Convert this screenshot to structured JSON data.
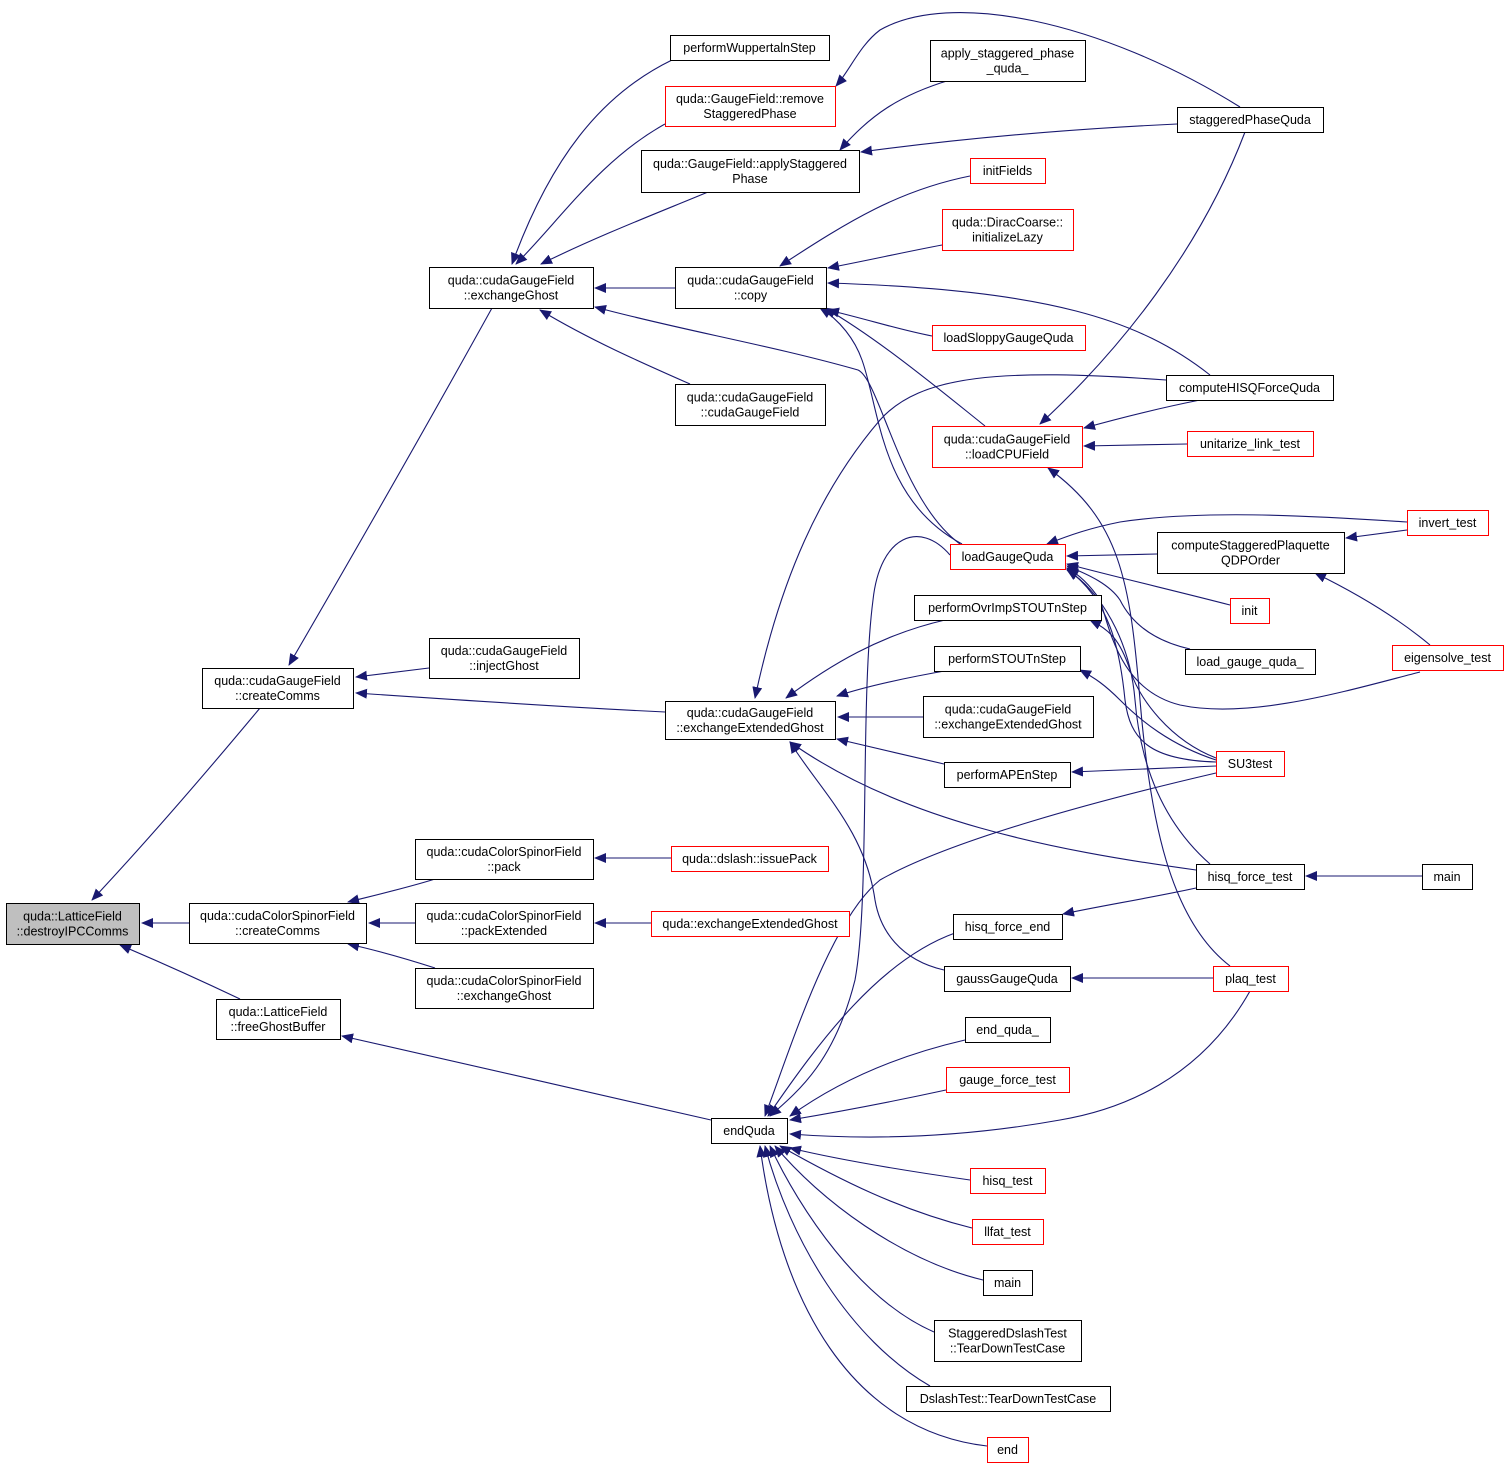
{
  "colors": {
    "edge": "#191970",
    "box_border": "#000000",
    "box_border_truncated": "#ff0000",
    "root_fill": "#bfbfbf",
    "box_fill": "#ffffff"
  },
  "nodes": [
    {
      "id": "root",
      "lines": [
        "quda::LatticeField",
        "::destroyIPCComms"
      ],
      "root": true
    },
    {
      "id": "cgf_createComms",
      "lines": [
        "quda::cudaGaugeField",
        "::createComms"
      ]
    },
    {
      "id": "ccsf_createComms",
      "lines": [
        "quda::cudaColorSpinorField",
        "::createComms"
      ]
    },
    {
      "id": "lf_freeGhostBuffer",
      "lines": [
        "quda::LatticeField",
        "::freeGhostBuffer"
      ]
    },
    {
      "id": "cgf_exchangeGhost",
      "lines": [
        "quda::cudaGaugeField",
        "::exchangeGhost"
      ]
    },
    {
      "id": "cgf_injectGhost",
      "lines": [
        "quda::cudaGaugeField",
        "::injectGhost"
      ]
    },
    {
      "id": "cgf_exchangeExtendedGhost",
      "lines": [
        "quda::cudaGaugeField",
        "::exchangeExtendedGhost"
      ]
    },
    {
      "id": "ccsf_pack",
      "lines": [
        "quda::cudaColorSpinorField",
        "::pack"
      ]
    },
    {
      "id": "ccsf_packExtended",
      "lines": [
        "quda::cudaColorSpinorField",
        "::packExtended"
      ]
    },
    {
      "id": "ccsf_exchangeGhost",
      "lines": [
        "quda::cudaColorSpinorField",
        "::exchangeGhost"
      ]
    },
    {
      "id": "endQuda",
      "lines": [
        "endQuda"
      ]
    },
    {
      "id": "performWuppertalnStep",
      "lines": [
        "performWuppertalnStep"
      ]
    },
    {
      "id": "gf_removeStaggeredPhase",
      "lines": [
        "quda::GaugeField::remove",
        "StaggeredPhase"
      ],
      "truncated": true
    },
    {
      "id": "gf_applyStaggeredPhase",
      "lines": [
        "quda::GaugeField::applyStaggered",
        "Phase"
      ]
    },
    {
      "id": "cgf_copy",
      "lines": [
        "quda::cudaGaugeField",
        "::copy"
      ]
    },
    {
      "id": "cgf_ctor",
      "lines": [
        "quda::cudaGaugeField",
        "::cudaGaugeField"
      ]
    },
    {
      "id": "dslash_issuePack",
      "lines": [
        "quda::dslash::issuePack"
      ],
      "truncated": true
    },
    {
      "id": "exchangeExtendedGhost_free",
      "lines": [
        "quda::exchangeExtendedGhost"
      ],
      "truncated": true
    },
    {
      "id": "apply_staggered_phase_quda_",
      "lines": [
        "apply_staggered_phase",
        "_quda_"
      ]
    },
    {
      "id": "initFields",
      "lines": [
        "initFields"
      ],
      "truncated": true
    },
    {
      "id": "dc_initializeLazy",
      "lines": [
        "quda::DiracCoarse::",
        "initializeLazy"
      ],
      "truncated": true
    },
    {
      "id": "loadSloppyGaugeQuda",
      "lines": [
        "loadSloppyGaugeQuda"
      ],
      "truncated": true
    },
    {
      "id": "cgf_loadCPUField",
      "lines": [
        "quda::cudaGaugeField",
        "::loadCPUField"
      ],
      "truncated": true
    },
    {
      "id": "loadGaugeQuda",
      "lines": [
        "loadGaugeQuda"
      ],
      "truncated": true
    },
    {
      "id": "performOvrImpSTOUTnStep",
      "lines": [
        "performOvrImpSTOUTnStep"
      ]
    },
    {
      "id": "performSTOUTnStep",
      "lines": [
        "performSTOUTnStep"
      ]
    },
    {
      "id": "cgf_exchangeExtendedGhost2",
      "lines": [
        "quda::cudaGaugeField",
        "::exchangeExtendedGhost"
      ]
    },
    {
      "id": "performAPEnStep",
      "lines": [
        "performAPEnStep"
      ]
    },
    {
      "id": "hisq_force_end",
      "lines": [
        "hisq_force_end"
      ]
    },
    {
      "id": "gaussGaugeQuda",
      "lines": [
        "gaussGaugeQuda"
      ]
    },
    {
      "id": "end_quda_",
      "lines": [
        "end_quda_"
      ]
    },
    {
      "id": "gauge_force_test",
      "lines": [
        "gauge_force_test"
      ],
      "truncated": true
    },
    {
      "id": "hisq_test",
      "lines": [
        "hisq_test"
      ],
      "truncated": true
    },
    {
      "id": "llfat_test",
      "lines": [
        "llfat_test"
      ],
      "truncated": true
    },
    {
      "id": "main_mid",
      "lines": [
        "main"
      ]
    },
    {
      "id": "sdt_TearDownTestCase",
      "lines": [
        "StaggeredDslashTest",
        "::TearDownTestCase"
      ]
    },
    {
      "id": "dt_TearDownTestCase",
      "lines": [
        "DslashTest::TearDownTestCase"
      ]
    },
    {
      "id": "end_fn",
      "lines": [
        "end"
      ],
      "truncated": true
    },
    {
      "id": "staggeredPhaseQuda",
      "lines": [
        "staggeredPhaseQuda"
      ]
    },
    {
      "id": "computeHISQForceQuda",
      "lines": [
        "computeHISQForceQuda"
      ]
    },
    {
      "id": "unitarize_link_test",
      "lines": [
        "unitarize_link_test"
      ],
      "truncated": true
    },
    {
      "id": "computeStaggeredPlaquetteQDPOrder",
      "lines": [
        "computeStaggeredPlaquette",
        "QDPOrder"
      ]
    },
    {
      "id": "init",
      "lines": [
        "init"
      ],
      "truncated": true
    },
    {
      "id": "load_gauge_quda_",
      "lines": [
        "load_gauge_quda_"
      ]
    },
    {
      "id": "SU3test",
      "lines": [
        "SU3test"
      ],
      "truncated": true
    },
    {
      "id": "hisq_force_test",
      "lines": [
        "hisq_force_test"
      ]
    },
    {
      "id": "plaq_test",
      "lines": [
        "plaq_test"
      ],
      "truncated": true
    },
    {
      "id": "invert_test",
      "lines": [
        "invert_test"
      ],
      "truncated": true
    },
    {
      "id": "eigensolve_test",
      "lines": [
        "eigensolve_test"
      ],
      "truncated": true
    },
    {
      "id": "main_right",
      "lines": [
        "main"
      ]
    }
  ],
  "edges": [
    [
      "cgf_createComms",
      "root"
    ],
    [
      "ccsf_createComms",
      "root"
    ],
    [
      "lf_freeGhostBuffer",
      "root"
    ],
    [
      "cgf_exchangeGhost",
      "cgf_createComms"
    ],
    [
      "cgf_injectGhost",
      "cgf_createComms"
    ],
    [
      "cgf_exchangeExtendedGhost",
      "cgf_createComms"
    ],
    [
      "ccsf_pack",
      "ccsf_createComms"
    ],
    [
      "ccsf_packExtended",
      "ccsf_createComms"
    ],
    [
      "ccsf_exchangeGhost",
      "ccsf_createComms"
    ],
    [
      "endQuda",
      "lf_freeGhostBuffer"
    ],
    [
      "performWuppertalnStep",
      "cgf_exchangeGhost"
    ],
    [
      "gf_removeStaggeredPhase",
      "cgf_exchangeGhost"
    ],
    [
      "gf_applyStaggeredPhase",
      "cgf_exchangeGhost"
    ],
    [
      "cgf_copy",
      "cgf_exchangeGhost"
    ],
    [
      "cgf_ctor",
      "cgf_exchangeGhost"
    ],
    [
      "loadGaugeQuda",
      "cgf_exchangeGhost"
    ],
    [
      "staggeredPhaseQuda",
      "gf_removeStaggeredPhase"
    ],
    [
      "apply_staggered_phase_quda_",
      "gf_applyStaggeredPhase"
    ],
    [
      "staggeredPhaseQuda",
      "gf_applyStaggeredPhase"
    ],
    [
      "initFields",
      "cgf_copy"
    ],
    [
      "dc_initializeLazy",
      "cgf_copy"
    ],
    [
      "computeHISQForceQuda",
      "cgf_copy"
    ],
    [
      "loadSloppyGaugeQuda",
      "cgf_copy"
    ],
    [
      "cgf_loadCPUField",
      "cgf_copy"
    ],
    [
      "loadGaugeQuda",
      "cgf_copy"
    ],
    [
      "staggeredPhaseQuda",
      "cgf_loadCPUField"
    ],
    [
      "computeHISQForceQuda",
      "cgf_loadCPUField"
    ],
    [
      "unitarize_link_test",
      "cgf_loadCPUField"
    ],
    [
      "plaq_test",
      "cgf_loadCPUField"
    ],
    [
      "invert_test",
      "loadGaugeQuda"
    ],
    [
      "computeStaggeredPlaquetteQDPOrder",
      "loadGaugeQuda"
    ],
    [
      "init",
      "loadGaugeQuda"
    ],
    [
      "load_gauge_quda_",
      "loadGaugeQuda"
    ],
    [
      "eigensolve_test",
      "loadGaugeQuda"
    ],
    [
      "SU3test",
      "loadGaugeQuda"
    ],
    [
      "hisq_force_test",
      "loadGaugeQuda"
    ],
    [
      "invert_test",
      "computeStaggeredPlaquetteQDPOrder"
    ],
    [
      "eigensolve_test",
      "computeStaggeredPlaquetteQDPOrder"
    ],
    [
      "computeHISQForceQuda",
      "cgf_exchangeExtendedGhost"
    ],
    [
      "performOvrImpSTOUTnStep",
      "cgf_exchangeExtendedGhost"
    ],
    [
      "performSTOUTnStep",
      "cgf_exchangeExtendedGhost"
    ],
    [
      "cgf_exchangeExtendedGhost2",
      "cgf_exchangeExtendedGhost"
    ],
    [
      "performAPEnStep",
      "cgf_exchangeExtendedGhost"
    ],
    [
      "hisq_force_test",
      "cgf_exchangeExtendedGhost"
    ],
    [
      "gaussGaugeQuda",
      "cgf_exchangeExtendedGhost"
    ],
    [
      "SU3test",
      "performOvrImpSTOUTnStep"
    ],
    [
      "SU3test",
      "performSTOUTnStep"
    ],
    [
      "SU3test",
      "performAPEnStep"
    ],
    [
      "hisq_force_test",
      "hisq_force_end"
    ],
    [
      "plaq_test",
      "gaussGaugeQuda"
    ],
    [
      "main_right",
      "hisq_force_test"
    ],
    [
      "dslash_issuePack",
      "ccsf_pack"
    ],
    [
      "exchangeExtendedGhost_free",
      "ccsf_packExtended"
    ],
    [
      "loadGaugeQuda",
      "endQuda"
    ],
    [
      "SU3test",
      "endQuda"
    ],
    [
      "hisq_force_end",
      "endQuda"
    ],
    [
      "end_quda_",
      "endQuda"
    ],
    [
      "gauge_force_test",
      "endQuda"
    ],
    [
      "plaq_test",
      "endQuda"
    ],
    [
      "hisq_test",
      "endQuda"
    ],
    [
      "llfat_test",
      "endQuda"
    ],
    [
      "main_mid",
      "endQuda"
    ],
    [
      "sdt_TearDownTestCase",
      "endQuda"
    ],
    [
      "dt_TearDownTestCase",
      "endQuda"
    ],
    [
      "end_fn",
      "endQuda"
    ]
  ]
}
